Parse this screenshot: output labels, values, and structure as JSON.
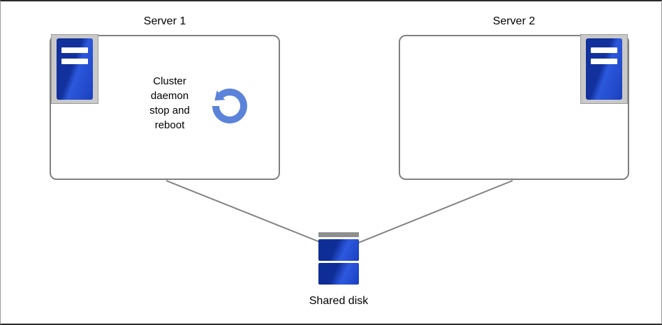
{
  "diagram": {
    "server1": {
      "label": "Server 1",
      "note_lines": [
        "Cluster",
        "daemon",
        "stop and",
        "reboot"
      ]
    },
    "server2": {
      "label": "Server 2"
    },
    "shared_disk": {
      "label": "Shared disk"
    },
    "colors": {
      "box_border": "#7f7f7f",
      "connector_line": "#808080",
      "icon_frame": "#c9c9c9",
      "server_blue_dark": "#12319c",
      "server_blue_light": "#2c58dd",
      "reboot_arrow": "#5b83d9",
      "disk_top_bar": "#8f8f8f",
      "text": "#000000"
    }
  }
}
